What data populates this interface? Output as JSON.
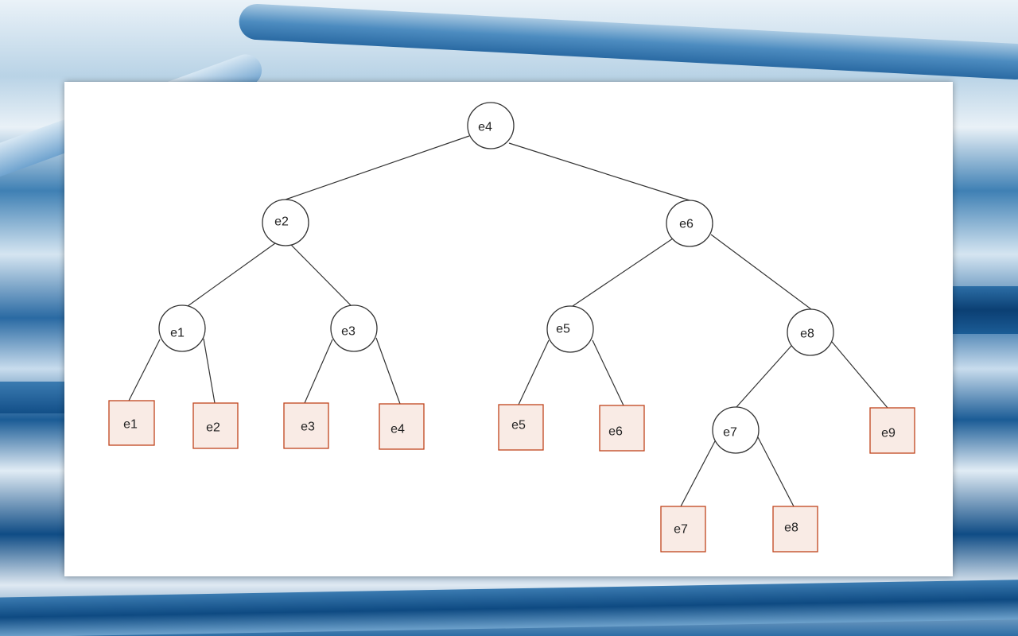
{
  "colors": {
    "panel": "#ffffff",
    "node_stroke": "#333333",
    "leaf_fill": "#f9ebe5",
    "leaf_stroke": "#c0441c"
  },
  "tree": {
    "internal_nodes": {
      "e4": "e4",
      "e2": "e2",
      "e6": "e6",
      "e1": "e1",
      "e3": "e3",
      "e5": "e5",
      "e8": "e8",
      "e7": "e7"
    },
    "leaves": {
      "e1": "e1",
      "e2": "e2",
      "e3": "e3",
      "e4": "e4",
      "e5": "e5",
      "e6": "e6",
      "e7": "e7",
      "e8": "e8",
      "e9": "e9"
    },
    "edges": [
      [
        "e4",
        "e2"
      ],
      [
        "e4",
        "e6"
      ],
      [
        "e2",
        "e1"
      ],
      [
        "e2",
        "e3"
      ],
      [
        "e6",
        "e5"
      ],
      [
        "e6",
        "e8"
      ],
      [
        "e1",
        "leaf-e1"
      ],
      [
        "e1",
        "leaf-e2"
      ],
      [
        "e3",
        "leaf-e3"
      ],
      [
        "e3",
        "leaf-e4"
      ],
      [
        "e5",
        "leaf-e5"
      ],
      [
        "e5",
        "leaf-e6"
      ],
      [
        "e8",
        "e7"
      ],
      [
        "e8",
        "leaf-e9"
      ],
      [
        "e7",
        "leaf-e7"
      ],
      [
        "e7",
        "leaf-e8"
      ]
    ]
  }
}
